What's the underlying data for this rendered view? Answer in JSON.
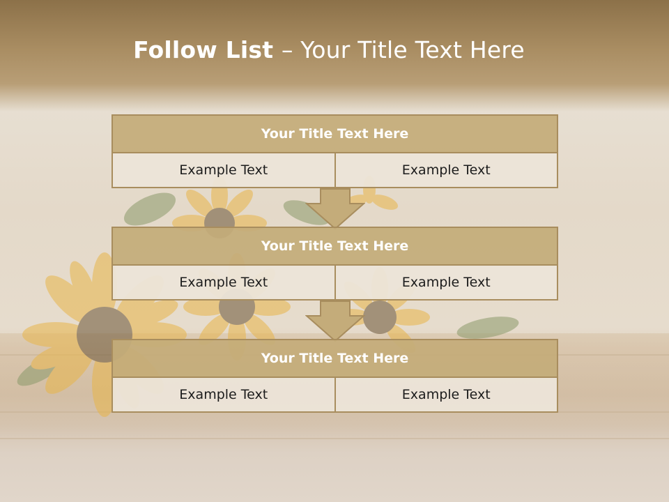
{
  "title": {
    "strong": "Follow List ",
    "rest": " – Your Title Text Here"
  },
  "blocks": [
    {
      "heading": "Your Title Text Here",
      "left": "Example Text",
      "right": "Example Text"
    },
    {
      "heading": "Your Title Text Here",
      "left": "Example Text",
      "right": "Example Text"
    },
    {
      "heading": "Your Title Text Here",
      "left": "Example Text",
      "right": "Example Text"
    }
  ],
  "colors": {
    "title_band": "#9c8157",
    "block_head": "#c4ac7a",
    "block_border": "#a88d5e",
    "cell_fill": "#ece4d9",
    "arrow": "#c4ac7a"
  }
}
